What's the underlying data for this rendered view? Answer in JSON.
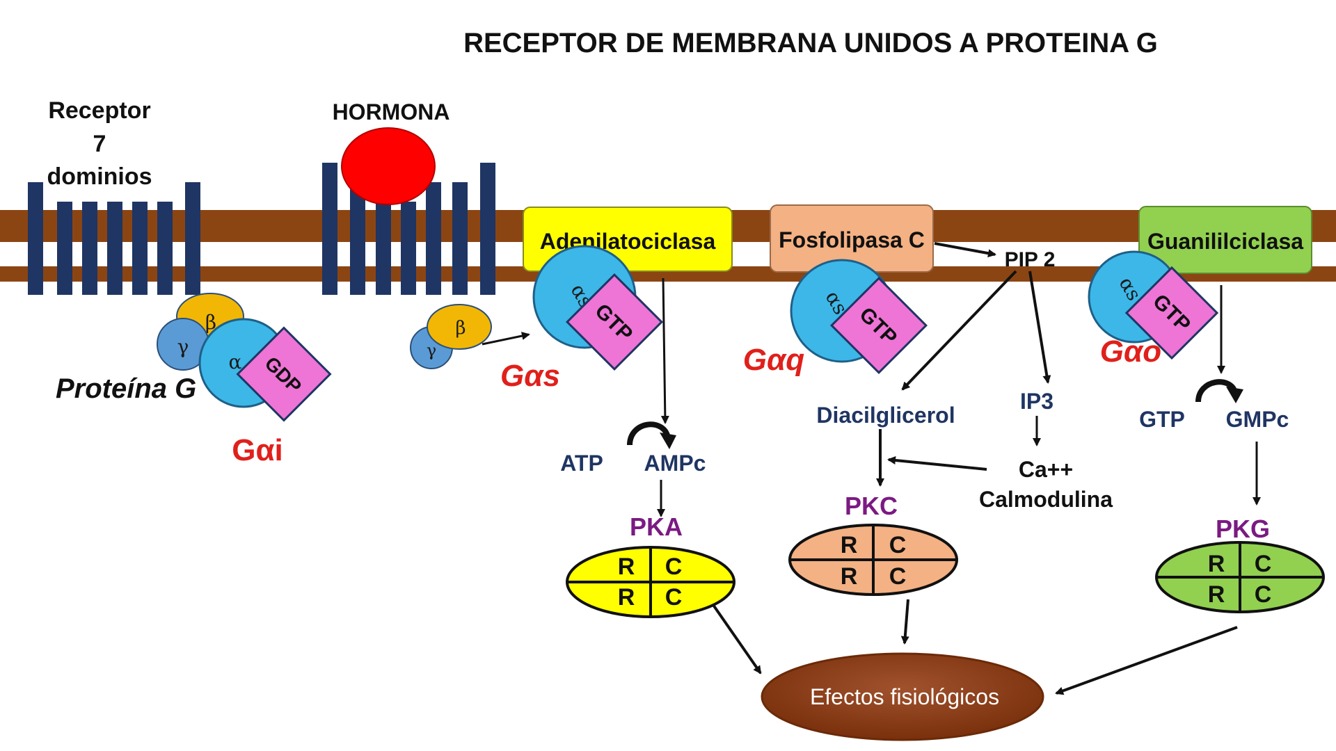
{
  "title": "RECEPTOR DE MEMBRANA UNIDOS A PROTEINA G",
  "receptor": {
    "line1": "Receptor",
    "line2": "7",
    "line3": "dominios"
  },
  "hormone": "HORMONA",
  "protein_g": "Proteína  G",
  "gdp": "GDP",
  "gtp": "GTP",
  "beta": "β",
  "gamma": "γ",
  "alpha_i": "α",
  "alpha_s": "αs",
  "g_alpha_i": "Gαi",
  "g_alpha_s": "Gαs",
  "g_alpha_q": "Gαq",
  "g_alpha_o": "Gαo",
  "enzymes": {
    "adenilato": "Adenilatociclasa",
    "fosfolipasa": "Fosfolipasa C",
    "guanilil": "Guanililciclasa"
  },
  "messengers": {
    "pip2": "PIP 2",
    "atp": "ATP",
    "ampc": "AMPc",
    "diacil": "Diacilglicerol",
    "ip3": "IP3",
    "ca": "Ca++",
    "calmodulina": "Calmodulina",
    "gtp2": "GTP",
    "gmpc": "GMPc"
  },
  "kinases": {
    "pka": "PKA",
    "pkc": "PKC",
    "pkg": "PKG",
    "r": "R",
    "c": "C"
  },
  "effects": "Efectos fisiológicos",
  "colors": {
    "membrane": "#8b4513",
    "receptor": "#1f3563",
    "hormone": "#ff0000",
    "alpha": "#3cb7e8",
    "gtp_box": "#ee74d6",
    "beta": "#f2b705",
    "gamma": "#5b9bd5",
    "adenilato": "#ffff00",
    "fosfolipasa": "#f4b183",
    "guanilil": "#92d050",
    "effects": "#8b3a0f"
  }
}
